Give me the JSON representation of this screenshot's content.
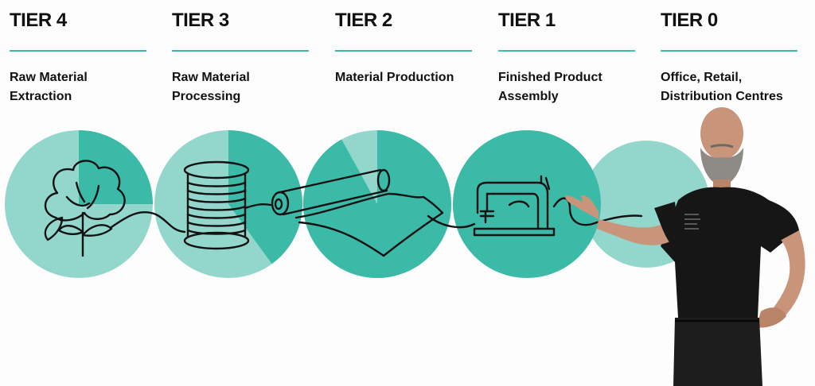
{
  "colors": {
    "accent": "#3bbaa8",
    "accent_light": "#93d7cc",
    "rule": "#3bbaa8",
    "ink": "#111111",
    "shirt": "#161616",
    "skin": "#c9957a"
  },
  "tiers": [
    {
      "title": "TIER 4",
      "description": "Raw Material\nExtraction",
      "icon": "cotton-plant-icon",
      "pie_fraction": 0.25
    },
    {
      "title": "TIER 3",
      "description": "Raw Material\nProcessing",
      "icon": "thread-spool-icon",
      "pie_fraction": 0.4
    },
    {
      "title": "TIER 2",
      "description": "Material Production",
      "icon": "fabric-roll-icon",
      "pie_fraction": 0.92
    },
    {
      "title": "TIER 1",
      "description": "Finished Product\nAssembly",
      "icon": "sewing-machine-icon",
      "pie_fraction": 1.0
    },
    {
      "title": "TIER 0",
      "description": "Office, Retail,\nDistribution Centres",
      "icon": "presenter-person",
      "pie_fraction": 0.0
    }
  ]
}
